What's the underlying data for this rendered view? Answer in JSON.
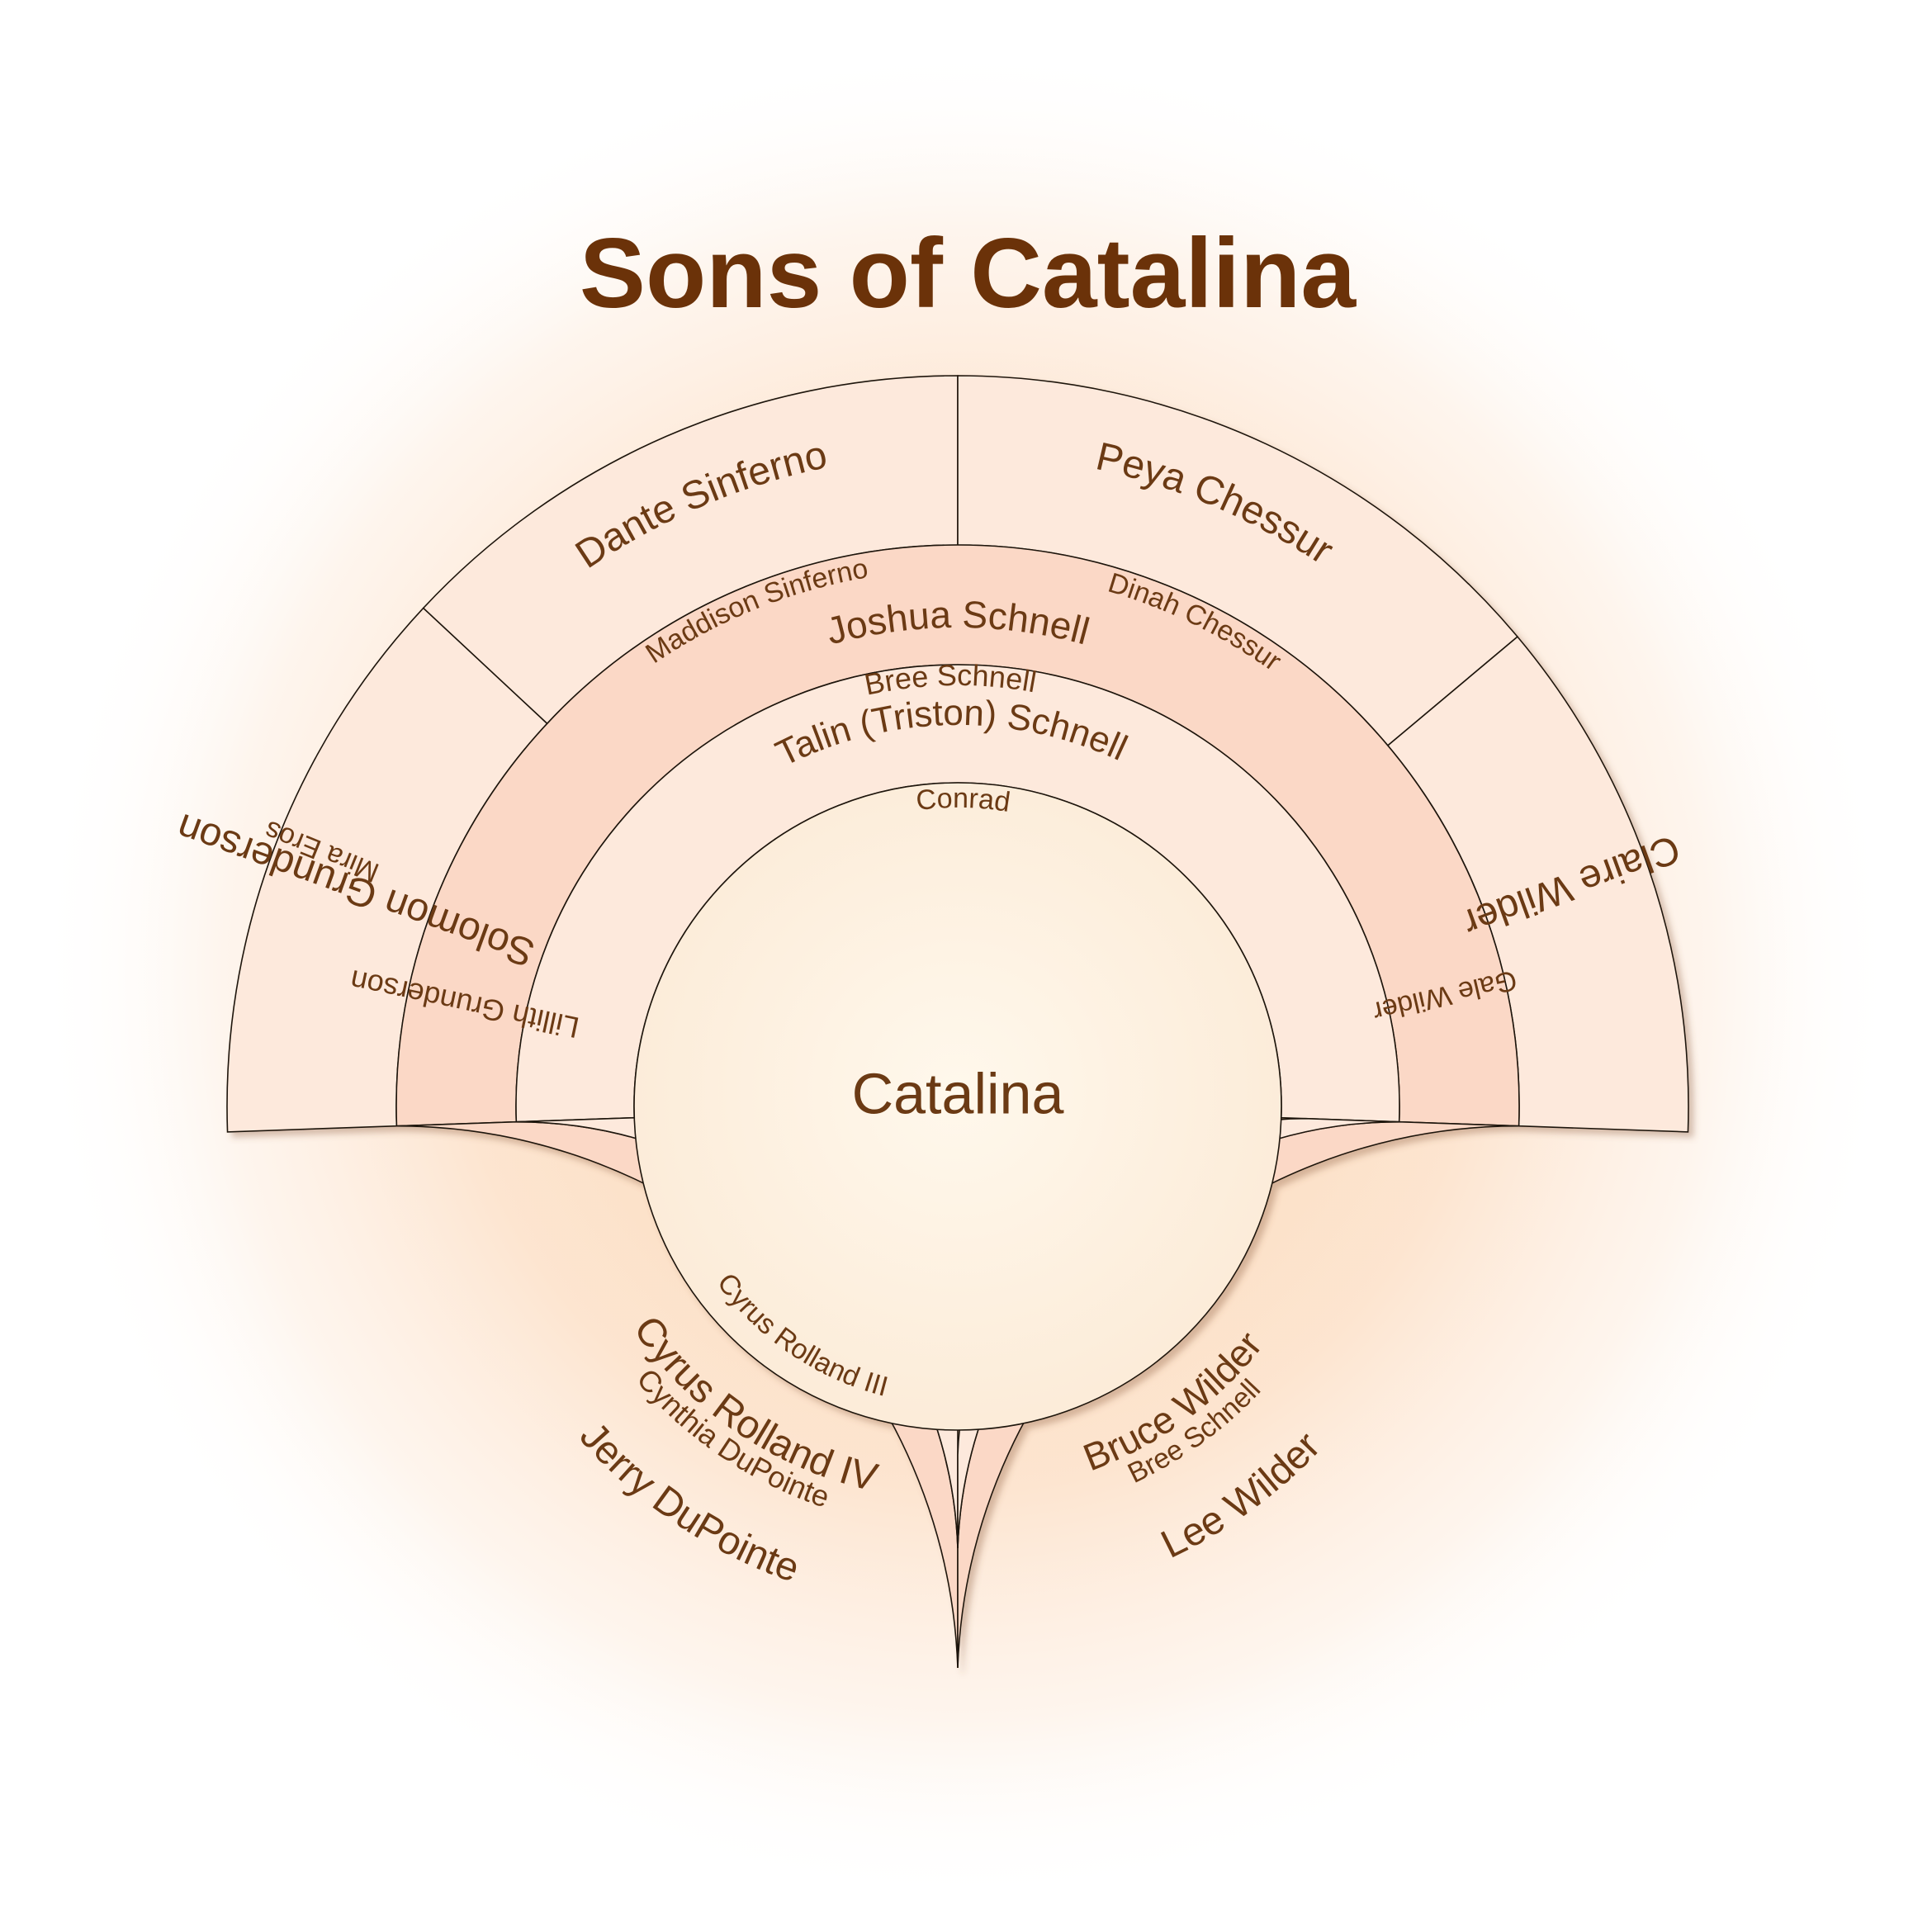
{
  "title": "Sons of Catalina",
  "colors": {
    "title": "#6b3209",
    "label": "#6b3a14",
    "outline": "#1f1208",
    "center_fill": "#fdf2e2",
    "ring_light": "#fde9dc",
    "ring_dark": "#fbd8c6",
    "glow": "#fbd9b6"
  },
  "center": {
    "name": "Catalina"
  },
  "ring1": {
    "top": {
      "main": "Talin (Triston) Schnell",
      "spouse": "Bree Schnell",
      "inner_spouse": "Conrad"
    },
    "bottom_left": {
      "main": "Cyrus Rolland IV",
      "spouse": "Cynthia DuPointe",
      "inner_spouse": "Cyrus Rolland III"
    },
    "bottom_right": {
      "main": "Bruce Wilder",
      "spouse": "Bree Schnell"
    }
  },
  "ring2": {
    "top": {
      "main": "Joshua Schnell",
      "spouse_left": "Maddison Sinferno",
      "spouse_right": "Dinah Chessur",
      "spouse_far_left": "Lillith Grunderson",
      "spouse_far_right": "Gale Wilder"
    },
    "bottom_left": {
      "main": "Jerry DuPointe"
    },
    "bottom_right": {
      "main": "Lee Wilder"
    }
  },
  "ring3": {
    "segments": [
      {
        "main": "Solomon Grunderson",
        "spouse": "Mira Eros"
      },
      {
        "main": "Dante Sinferno"
      },
      {
        "main": "Peya Chessur"
      },
      {
        "main": "Claire Wilder"
      }
    ]
  }
}
